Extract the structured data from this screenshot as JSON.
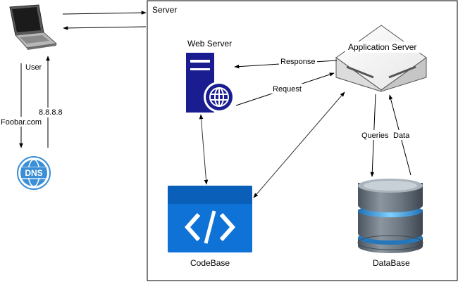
{
  "server_container": {
    "title": "Server"
  },
  "nodes": {
    "user": {
      "label": "User",
      "icon": "laptop-icon"
    },
    "dns": {
      "label": "DNS",
      "icon": "dns-icon"
    },
    "web_server": {
      "label": "Web Server",
      "icon": "web-server-icon"
    },
    "application_server": {
      "label": "Application Server",
      "icon": "server-box-icon"
    },
    "codebase": {
      "label": "CodeBase",
      "icon": "code-window-icon"
    },
    "database": {
      "label": "DataBase",
      "icon": "database-icon"
    }
  },
  "edges": {
    "user_to_dns": "Foobar.com",
    "dns_to_user": "8.8.8.8",
    "web_to_app": "Request",
    "app_to_web": "Response",
    "app_to_db": "Queries",
    "db_to_app": "Data"
  },
  "colors": {
    "server_blue": "#1a1d8f",
    "codebase_blue": "#0f72d6",
    "dns_blue": "#3a8fd6",
    "border": "#000000"
  }
}
